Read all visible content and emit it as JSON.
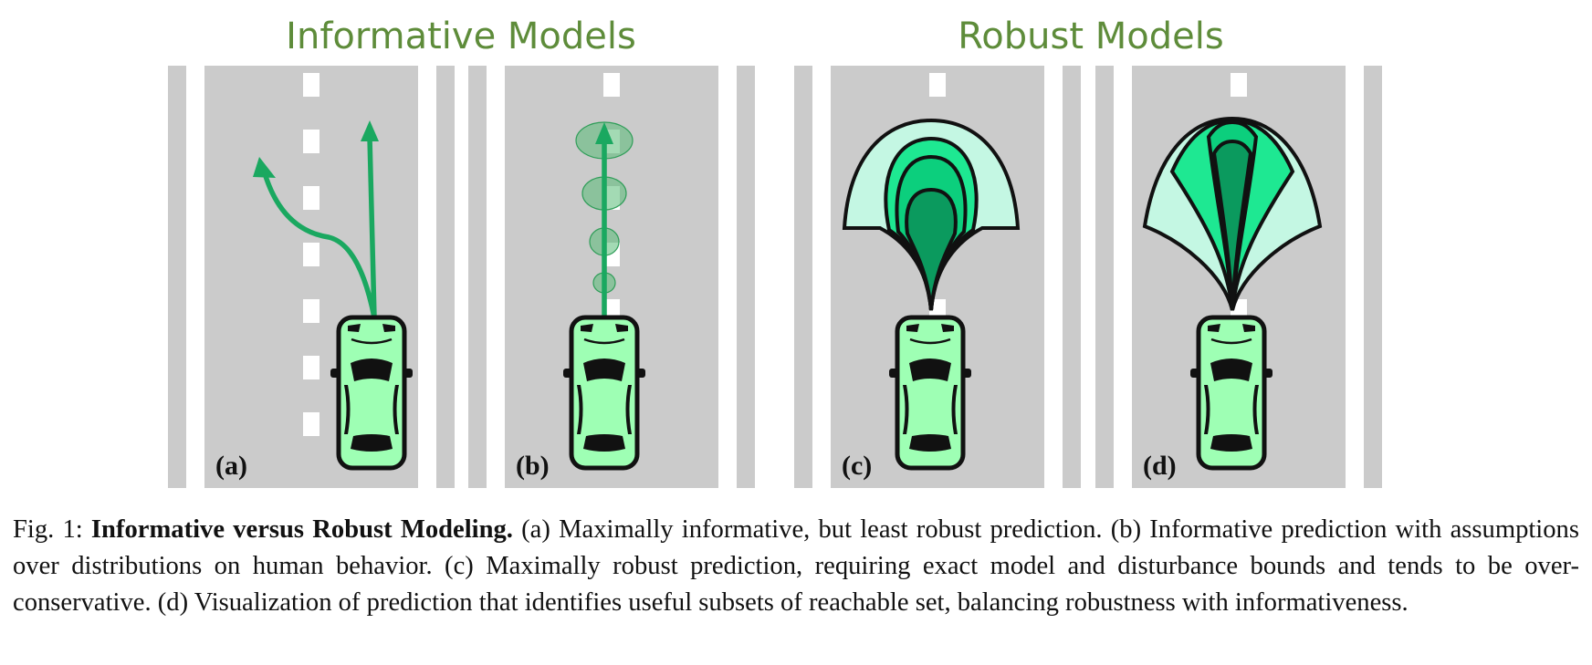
{
  "figure": {
    "group_titles": {
      "informative": "Informative Models",
      "robust": "Robust Models"
    },
    "panels": [
      {
        "label": "(a)",
        "depiction": "two-arrow-trajectories"
      },
      {
        "label": "(b)",
        "depiction": "arrow-with-gaussian-ellipses"
      },
      {
        "label": "(c)",
        "depiction": "full-reachable-set-fan"
      },
      {
        "label": "(d)",
        "depiction": "reachable-set-subsets-fan"
      }
    ],
    "colors": {
      "road": "#cbcbcb",
      "lane_marking": "#ffffff",
      "car_body": "#9effb4",
      "car_outline": "#111111",
      "trajectory": "#1aa860",
      "ellipse_fill": "#57bb76",
      "reach_dark": "#0b9a5e",
      "reach_mid": "#0ccf7d",
      "reach_bright": "#1ee892",
      "reach_light": "#c4f7e3",
      "title_green": "#5e8c3a"
    }
  },
  "caption": {
    "prefix": "Fig. 1: ",
    "bold": "Informative versus Robust Modeling.",
    "text": " (a) Maximally informative, but least robust prediction. (b) Informative prediction with assumptions over distributions on human behavior. (c) Maximally robust prediction, requiring exact model and disturbance bounds and tends to be over-conservative. (d) Visualization of prediction that identifies useful subsets of reachable set, balancing robustness with informativeness."
  }
}
